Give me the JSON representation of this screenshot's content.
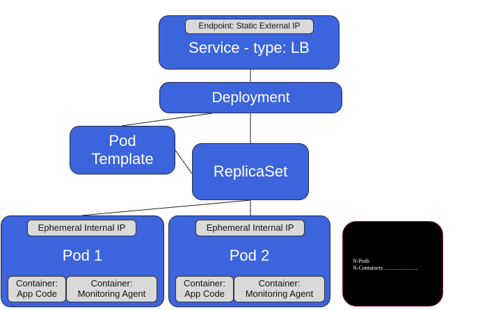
{
  "service": {
    "endpoint": "Endpoint: Static External IP",
    "title": "Service - type: LB"
  },
  "deployment": {
    "title": "Deployment"
  },
  "pod_template": {
    "line1": "Pod",
    "line2": "Template"
  },
  "replicaset": {
    "title": "ReplicaSet"
  },
  "pods": [
    {
      "ip": "Ephemeral Internal IP",
      "title": "Pod 1",
      "containers": [
        {
          "line1": "Container:",
          "line2": "App Code"
        },
        {
          "line1": "Container:",
          "line2": "Monitoring Agent"
        }
      ]
    },
    {
      "ip": "Ephemeral Internal IP",
      "title": "Pod 2",
      "containers": [
        {
          "line1": "Container:",
          "line2": "App Code"
        },
        {
          "line1": "Container:",
          "line2": "Monitoring Agent"
        }
      ]
    }
  ],
  "legend": {
    "line1": "N-Pods",
    "line2": "N-Containers ………………"
  },
  "colors": {
    "box_fill": "#3c64dc",
    "tag_fill": "#d9d9d9",
    "legend_fill": "#000000",
    "legend_border": "#8a1f4a",
    "connector": "#1f1f1f"
  }
}
